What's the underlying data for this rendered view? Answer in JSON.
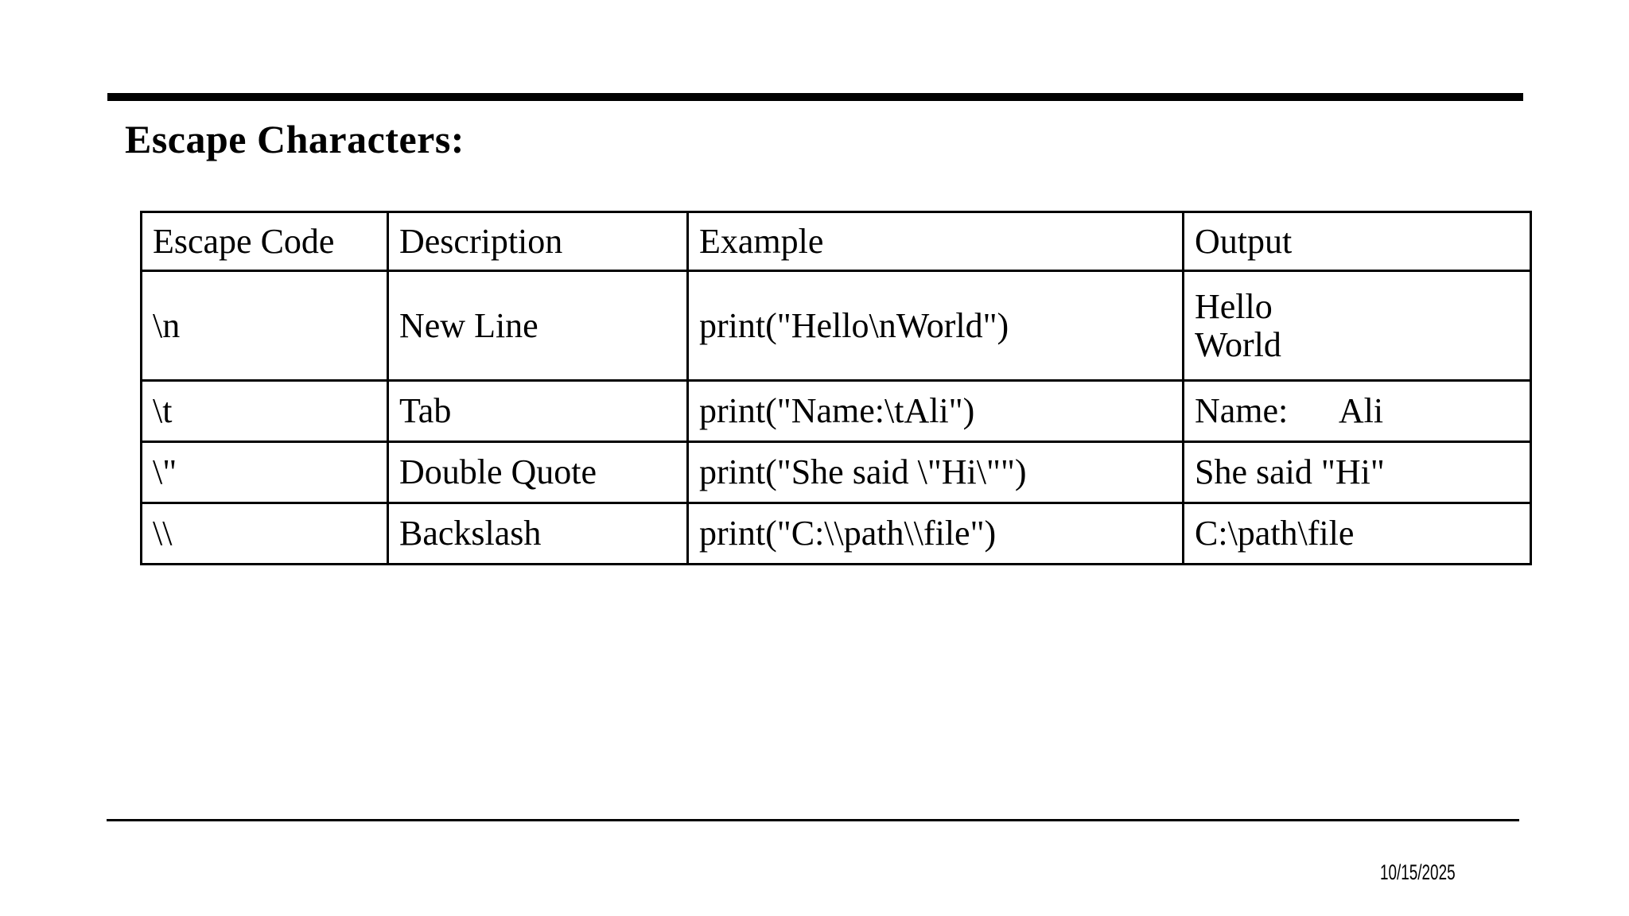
{
  "slide": {
    "title": "Escape Characters:",
    "date": "10/15/2025",
    "background_color": "#ffffff",
    "text_color": "#000000",
    "rule_color": "#000000"
  },
  "table": {
    "headers": [
      "Escape Code",
      "Description",
      "Example",
      "Output"
    ],
    "rows": [
      {
        "code": "\\n",
        "description": "New Line",
        "example": "print(\"Hello\\nWorld\")",
        "output": "Hello\nWorld"
      },
      {
        "code": "\\t",
        "description": "Tab",
        "example": "print(\"Name:\\tAli\")",
        "output": "Name:      Ali"
      },
      {
        "code": "\\\"",
        "description": "Double Quote",
        "example": "print(\"She said \\\"Hi\\\"\")",
        "output": "She said \"Hi\""
      },
      {
        "code": "\\\\",
        "description": "Backslash",
        "example": "print(\"C:\\\\path\\\\file\")",
        "output": "C:\\path\\file"
      }
    ]
  }
}
